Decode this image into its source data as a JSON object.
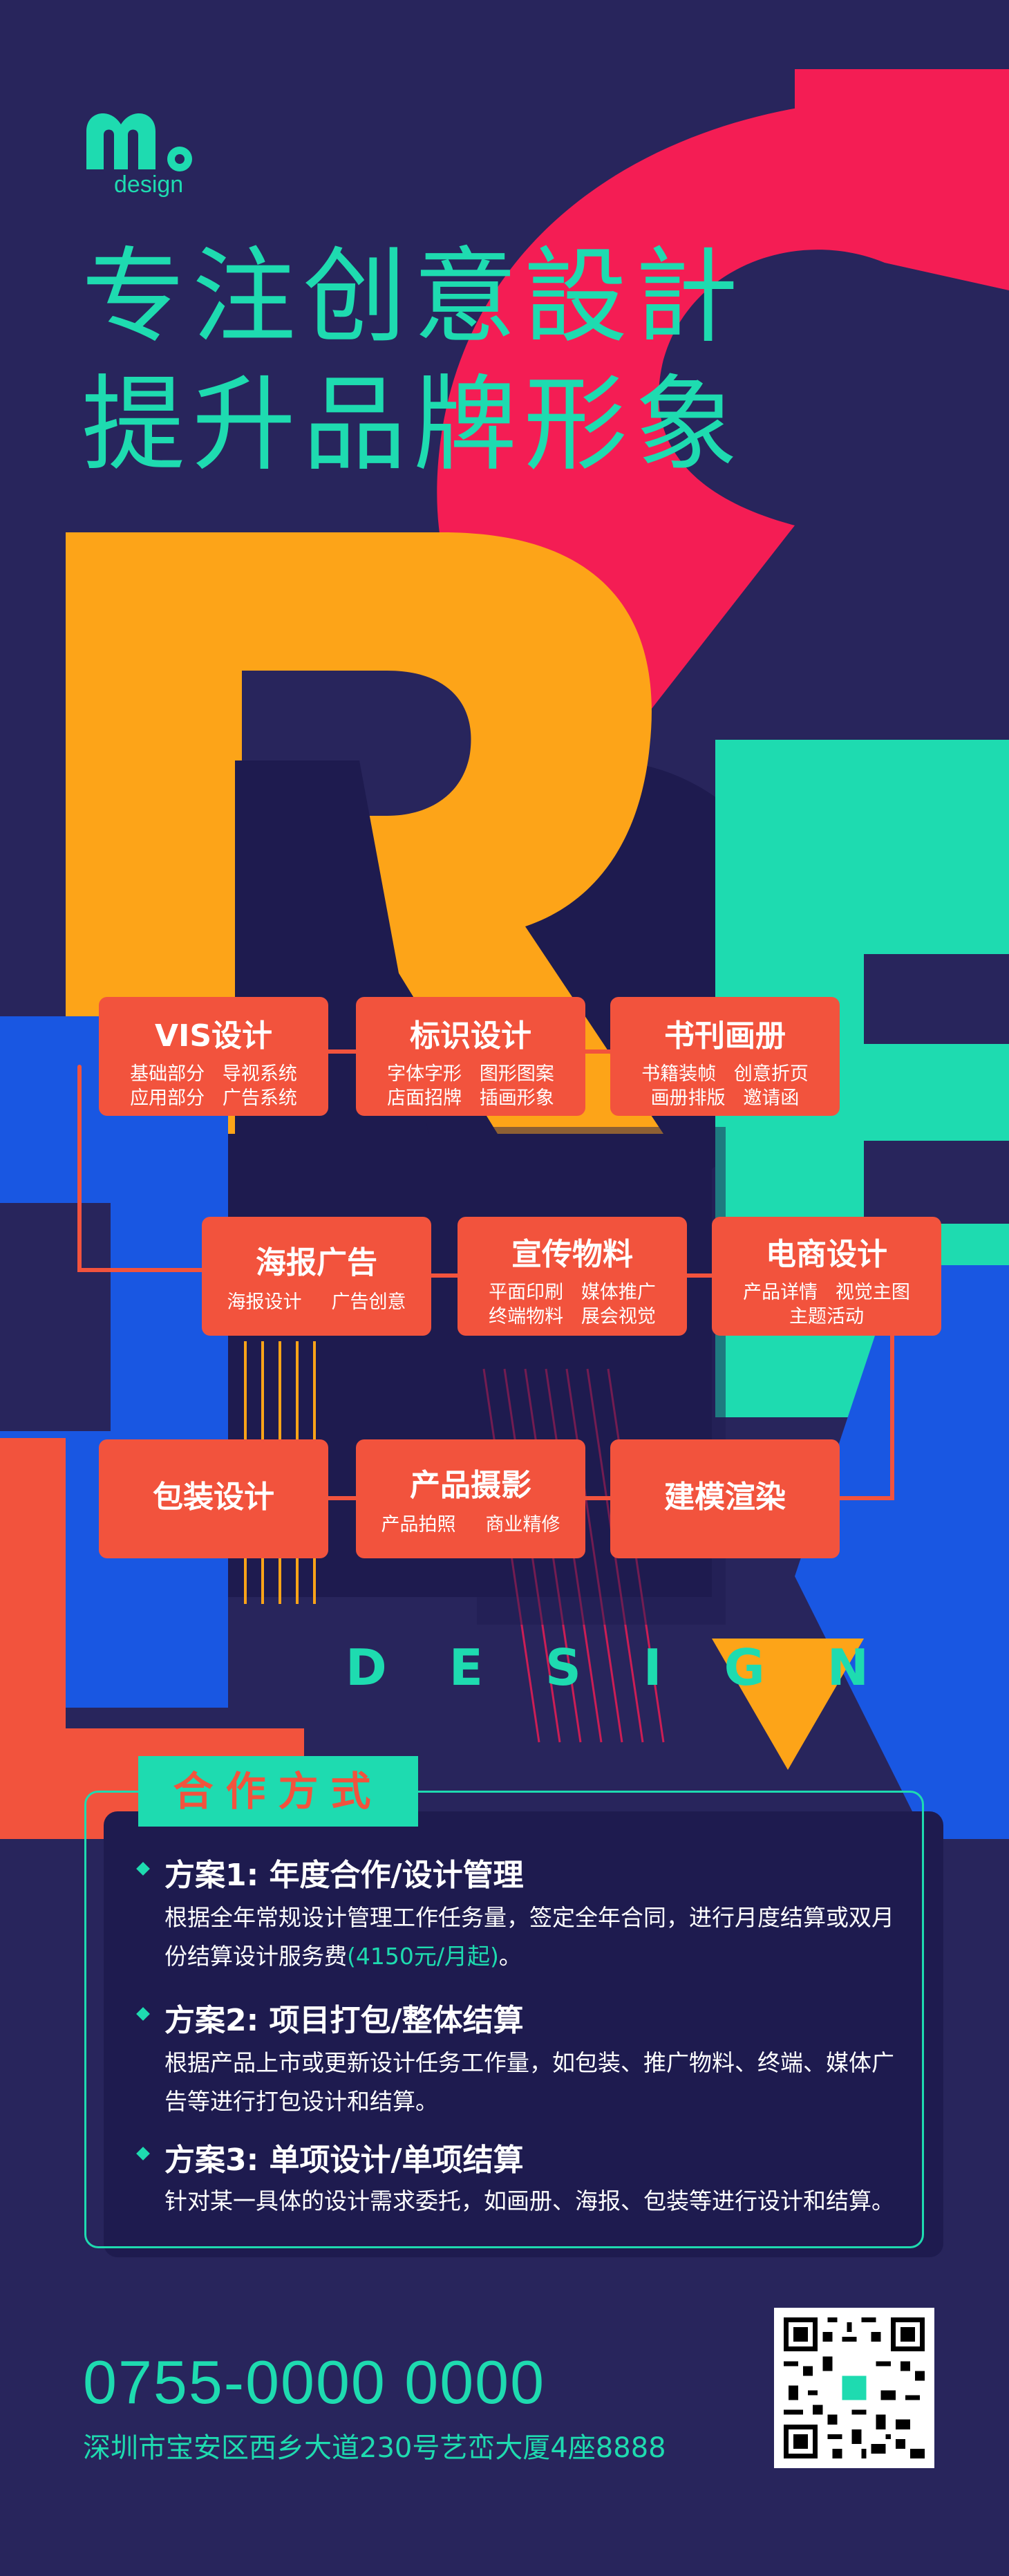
{
  "logo": {
    "mark": "M",
    "text": "design"
  },
  "headline": {
    "line1": "专注创意設計",
    "line2": "提升品牌形象"
  },
  "services": [
    {
      "title": "VIS设计",
      "sub1": "基础部分   导视系统",
      "sub2": "应用部分   广告系统"
    },
    {
      "title": "标识设计",
      "sub1": "字体字形   图形图案",
      "sub2": "店面招牌   插画形象"
    },
    {
      "title": "书刊画册",
      "sub1": "书籍装帧   创意折页",
      "sub2": "画册排版   邀请函"
    },
    {
      "title": "海报广告",
      "sub1": "海报设计     广告创意",
      "sub2": ""
    },
    {
      "title": "宣传物料",
      "sub1": "平面印刷   媒体推广",
      "sub2": "终端物料   展会视觉"
    },
    {
      "title": "电商设计",
      "sub1": "产品详情   视觉主图",
      "sub2": "主题活动"
    },
    {
      "title": "包装设计",
      "sub1": "",
      "sub2": ""
    },
    {
      "title": "产品摄影",
      "sub1": "产品拍照     商业精修",
      "sub2": ""
    },
    {
      "title": "建模渲染",
      "sub1": "",
      "sub2": ""
    }
  ],
  "design_word": "DESIGN",
  "cooperation": {
    "tab": "合作方式",
    "plans": [
      {
        "title": "方案1: 年度合作/设计管理",
        "desc": "根据全年常规设计管理工作任务量，签定全年合同，进行月度结算或双月份结算设计服务费",
        "highlight": "(4150元/月起)",
        "tail": "。"
      },
      {
        "title": "方案2: 项目打包/整体结算",
        "desc": "根据产品上市或更新设计任务工作量，如包装、推广物料、终端、媒体广告等进行打包设计和结算。",
        "highlight": "",
        "tail": ""
      },
      {
        "title": "方案3: 单项设计/单项结算",
        "desc": "针对某一具体的设计需求委托，如画册、海报、包装等进行设计和结算。",
        "highlight": "",
        "tail": ""
      }
    ]
  },
  "footer": {
    "phone": "0755-0000 0000",
    "address": "深圳市宝安区西乡大道230号艺峦大厦4座8888"
  },
  "colors": {
    "background": "#28255c",
    "teal": "#1edbb0",
    "coral": "#f2533d",
    "pink": "#f41d54",
    "orange": "#fda418",
    "blue": "#1957e2",
    "navy": "#1e1b4f"
  }
}
